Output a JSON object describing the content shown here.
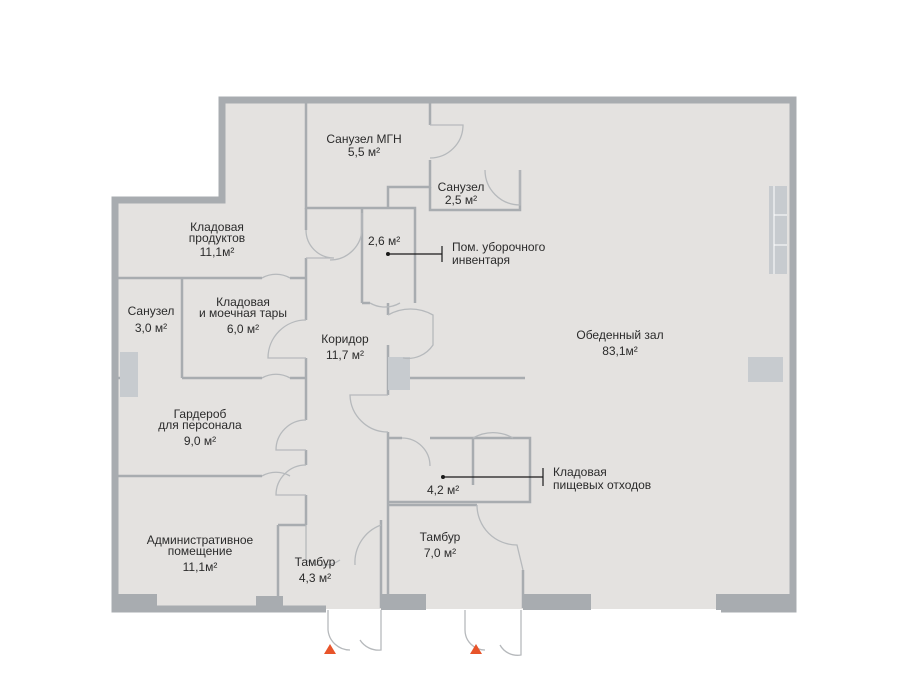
{
  "colors": {
    "floor": "#e4e2e0",
    "wall": "#a8acb0",
    "partition": "#a8acb0",
    "door_line": "#b6b9bc",
    "column": "#c7cbcf",
    "leader": "#1a1a1a",
    "entrance_marker": "#e8542a",
    "text": "#2b2b2b"
  },
  "rooms": {
    "sanuzel_mgn": {
      "name": "Санузел МГН",
      "area": "5,5 м²"
    },
    "sanuzel_small": {
      "name": "Санузел",
      "area": "2,5 м²"
    },
    "kladovaya_produktov": {
      "name_line1": "Кладовая",
      "name_line2": "продуктов",
      "area": "11,1м²"
    },
    "pom_uborochnogo": {
      "area": "2,6 м²",
      "name_line1": "Пом. уборочного",
      "name_line2": "инвентаря"
    },
    "sanuzel_staff": {
      "name": "Санузел",
      "area": "3,0 м²"
    },
    "kladovaya_tary": {
      "name_line1": "Кладовая",
      "name_line2": "и моечная тары",
      "area": "6,0 м²"
    },
    "koridor": {
      "name": "Коридор",
      "area": "11,7 м²"
    },
    "obedenny_zal": {
      "name": "Обеденный зал",
      "area": "83,1м²"
    },
    "garderob": {
      "name_line1": "Гардероб",
      "name_line2": "для персонала",
      "area": "9,0 м²"
    },
    "kladovaya_otkhodov": {
      "area": "4,2 м²",
      "name_line1": "Кладовая",
      "name_line2": "пищевых отходов"
    },
    "admin": {
      "name_line1": "Административное",
      "name_line2": "помещение",
      "area": "11,1м²"
    },
    "tambur_left": {
      "name": "Тамбур",
      "area": "4,3 м²"
    },
    "tambur_right": {
      "name": "Тамбур",
      "area": "7,0 м²"
    }
  },
  "markers": {
    "entrance_left": "entrance-arrow",
    "entrance_right": "entrance-arrow"
  }
}
